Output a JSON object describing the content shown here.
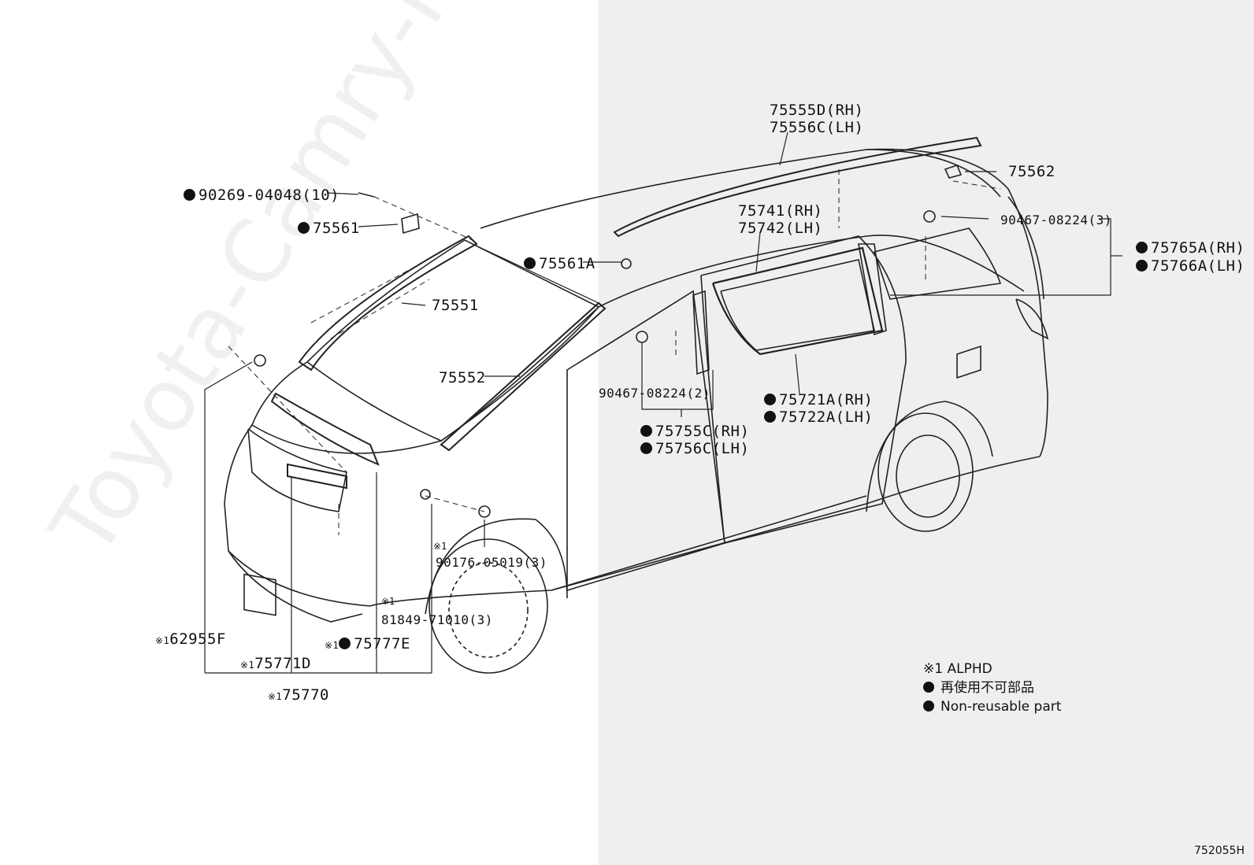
{
  "watermark": "Toyota-Camry-Hire.ru",
  "labels": {
    "l_9026904048": "90269-04048(10)",
    "l_75561": "75561",
    "l_75551": "75551",
    "l_75561A": "75561A",
    "l_75552": "75552",
    "l_75555D": "75555D(RH)",
    "l_75556C": "75556C(LH)",
    "l_75562": "75562",
    "l_75741": "75741(RH)",
    "l_75742": "75742(LH)",
    "l_90467_3": "90467-08224(3)",
    "l_75765A": "75765A(RH)",
    "l_75766A": "75766A(LH)",
    "l_90467_2": "90467-08224(2)",
    "l_75755C": "75755C(RH)",
    "l_75756C": "75756C(LH)",
    "l_75721A": "75721A(RH)",
    "l_75722A": "75722A(LH)",
    "l_90176": "90176-05019(3)",
    "l_81849": "81849-71010(3)",
    "l_62955F": "62955F",
    "l_75777E": "75777E",
    "l_75771D": "75771D",
    "l_75770": "75770"
  },
  "note_mark": "※1",
  "legend": {
    "line1": "※1 ALPHD",
    "line2": "再使用不可部品",
    "line3": "Non-reusable part"
  },
  "illustration_code": "752055H"
}
